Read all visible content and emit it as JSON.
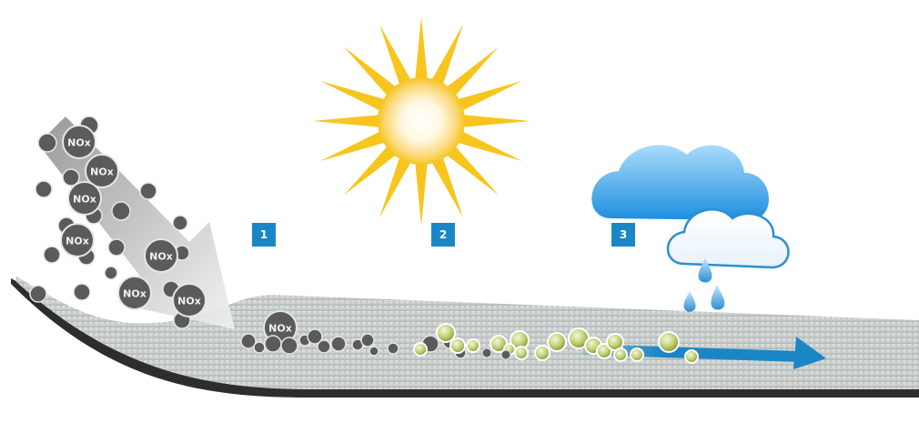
{
  "steps": [
    {
      "label": "1"
    },
    {
      "label": "2"
    },
    {
      "label": "3"
    }
  ],
  "molecule_label": "NOx",
  "colors": {
    "step_badge": "#1b86c6",
    "nox_particle": "#5b5b5b",
    "converted_particle": "#b9c96a",
    "sun_ray": "#f7c51e",
    "cloud": "#4aa9e8",
    "arrow_flow": "#1b86c6",
    "surface": "#c9cfcf",
    "surface_edge": "#2d2d2d"
  },
  "icons": [
    "sun-icon",
    "cloud-icon",
    "rain-drop-icon",
    "diagonal-arrow-icon",
    "flow-arrow-icon"
  ]
}
